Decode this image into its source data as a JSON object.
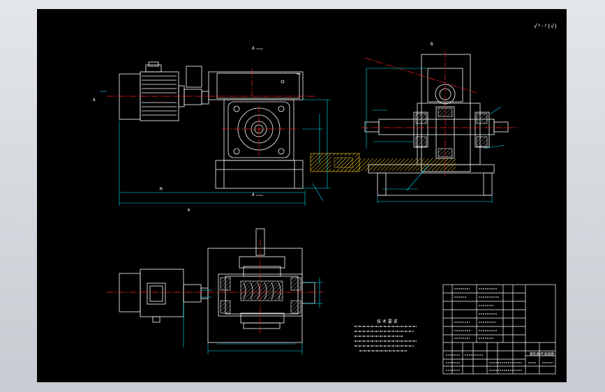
{
  "window": {
    "title": ""
  },
  "drawing": {
    "background": "#000000",
    "line_color": "#ffffff",
    "dim_color": "#00e5ff",
    "center_color": "#ff2020",
    "hatch_color": "#ffd21f",
    "roughness_mark": "√³·²(√)",
    "view_labels": {
      "front_top": "A",
      "front_bottom": "A",
      "side_top": "B"
    },
    "tech_requirements": {
      "title": "技 术 要 求",
      "lines": [
        "",
        "",
        "",
        "",
        "",
        ""
      ]
    },
    "title_block": {
      "drawing_name": "蜗轮蜗杆减速器",
      "rows": 9
    }
  }
}
